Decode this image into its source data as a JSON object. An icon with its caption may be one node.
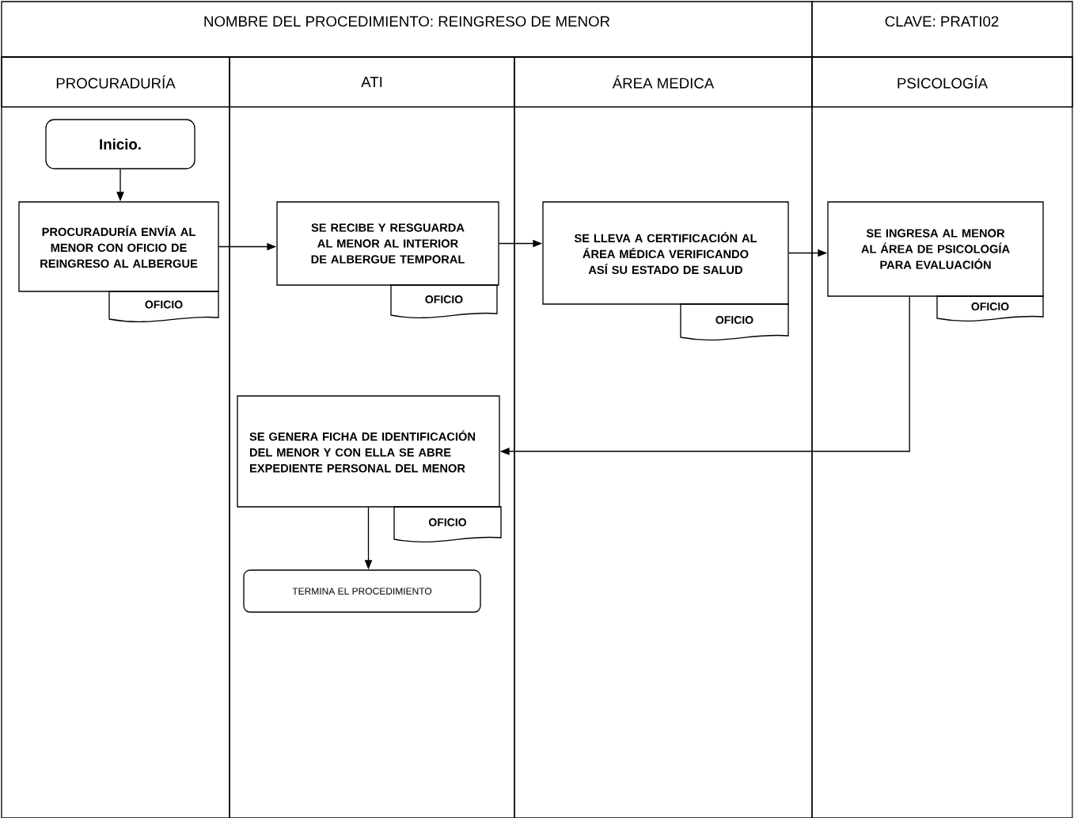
{
  "diagram": {
    "title": "NOMBRE DEL PROCEDIMIENTO: REINGRESO DE MENOR",
    "nodes": [
      {
        "text": [
          "PROCURADURÍA"
        ]
      },
      {
        "text": [
          "ATI"
        ]
      },
      {
        "text": [
          "ÁREA MEDICA"
        ]
      },
      {
        "text": [
          "PSICOLOGÍA"
        ]
      },
      {
        "text": [
          "Inicio."
        ],
        "in": 0
      },
      {
        "text": [
          "PROCURADURÍA ENVÍA AL MENOR CON OFICIO DE REINGRESO AL ALBERGUE"
        ],
        "in": 0
      },
      {
        "text": [
          "OFICIO"
        ],
        "in": 0
      },
      {
        "text": [
          "SE RECIBE Y RESGUARDA AL MENOR AL INTERIOR DE ALBERGUE TEMPORAL"
        ],
        "in": 1
      },
      {
        "text": [
          "OFICIO"
        ],
        "in": 1
      },
      {
        "text": [
          "SE LLEVA A CERTIFICACIÓN AL ÁREA MÉDICA VERIFICANDO ASÍ SU ESTADO DE SALUD"
        ],
        "in": 2
      },
      {
        "text": [
          "OFICIO"
        ],
        "in": 2
      },
      {
        "text": [
          "SE INGRESA AL MENOR AL ÁREA DE PSICOLOGÍA PARA EVALUACIÓN"
        ],
        "in": 3
      },
      {
        "text": [
          "OFICIO"
        ],
        "in": 3
      },
      {
        "text": [
          "SE GENERA FICHA DE IDENTIFICACIÓN DEL MENOR Y CON ELLA SE ABRE EXPEDIENTE PERSONAL DEL MENOR"
        ],
        "in": 1
      },
      {
        "text": [
          "OFICIO"
        ],
        "in": 1
      },
      {
        "text": [
          "TERMINA EL PROCEDIMIENTO"
        ],
        "in": 1
      }
    ],
    "edges": [
      {
        "from": 4,
        "to": 5,
        "arrow": "to"
      },
      {
        "from": 5,
        "to": 7,
        "arrow": "to"
      },
      {
        "from": 7,
        "to": 9,
        "arrow": "to"
      },
      {
        "from": 9,
        "to": 11,
        "arrow": "to"
      },
      {
        "from": 11,
        "to": 13,
        "arrow": "to"
      },
      {
        "from": 13,
        "to": 15,
        "arrow": "to"
      }
    ],
    "labels": [
      "CLAVE: PRATI02"
    ]
  }
}
